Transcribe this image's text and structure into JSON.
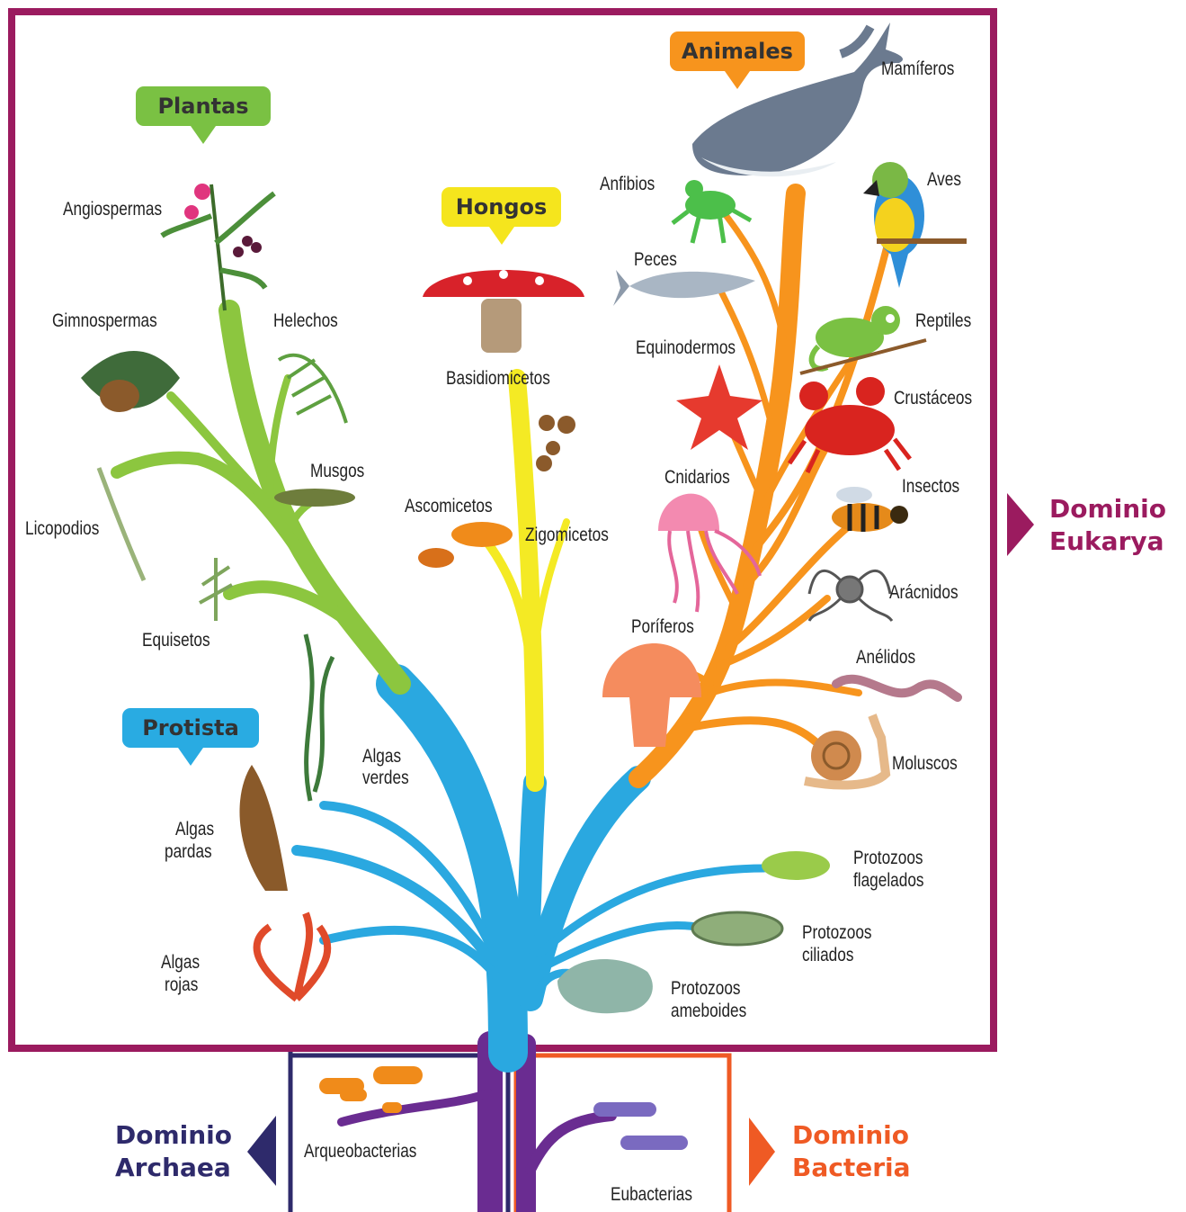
{
  "domains": {
    "eukarya": {
      "line1": "Dominio",
      "line2": "Eukarya",
      "color": "#9b1b5f"
    },
    "archaea": {
      "line1": "Dominio",
      "line2": "Archaea",
      "color": "#2e2a6b"
    },
    "bacteria": {
      "line1": "Dominio",
      "line2": "Bacteria",
      "color": "#ef5a24"
    }
  },
  "kingdoms": {
    "plantas": {
      "label": "Plantas",
      "color": "#7ac143"
    },
    "hongos": {
      "label": "Hongos",
      "color": "#f5e51d"
    },
    "animales": {
      "label": "Animales",
      "color": "#f7941d"
    },
    "protista": {
      "label": "Protista",
      "color": "#29abe2"
    }
  },
  "branch_colors": {
    "protista": "#2aa8e0",
    "plantas": "#8cc63f",
    "hongos": "#f4ea24",
    "animales": "#f7941d",
    "procariotas": "#6a2c91"
  },
  "plantas": {
    "angiospermas": "Angiospermas",
    "gimnospermas": "Gimnospermas",
    "helechos": "Helechos",
    "musgos": "Musgos",
    "licopodios": "Licopodios",
    "equisetos": "Equisetos"
  },
  "hongos": {
    "basidiomicetos": "Basidiomicetos",
    "ascomicetos": "Ascomicetos",
    "zigomicetos": "Zigomicetos"
  },
  "animales": {
    "mamiferos": "Mamíferos",
    "anfibios": "Anfibios",
    "aves": "Aves",
    "peces": "Peces",
    "reptiles": "Reptiles",
    "equinodermos": "Equinodermos",
    "crustaceos": "Crustáceos",
    "cnidarios": "Cnidarios",
    "insectos": "Insectos",
    "aracnidos": "Arácnidos",
    "poriferos": "Poríferos",
    "anelidos": "Anélidos",
    "moluscos": "Moluscos"
  },
  "protista": {
    "algas_verdes": [
      "Algas",
      "verdes"
    ],
    "algas_pardas": [
      "Algas",
      "pardas"
    ],
    "algas_rojas": [
      "Algas",
      "rojas"
    ],
    "protozoos_flagelados": [
      "Protozoos",
      "flagelados"
    ],
    "protozoos_ciliados": [
      "Protozoos",
      "ciliados"
    ],
    "protozoos_ameboides": [
      "Protozoos",
      "ameboides"
    ]
  },
  "procariotas": {
    "arqueobacterias": "Arqueobacterias",
    "eubacterias": "Eubacterias"
  }
}
